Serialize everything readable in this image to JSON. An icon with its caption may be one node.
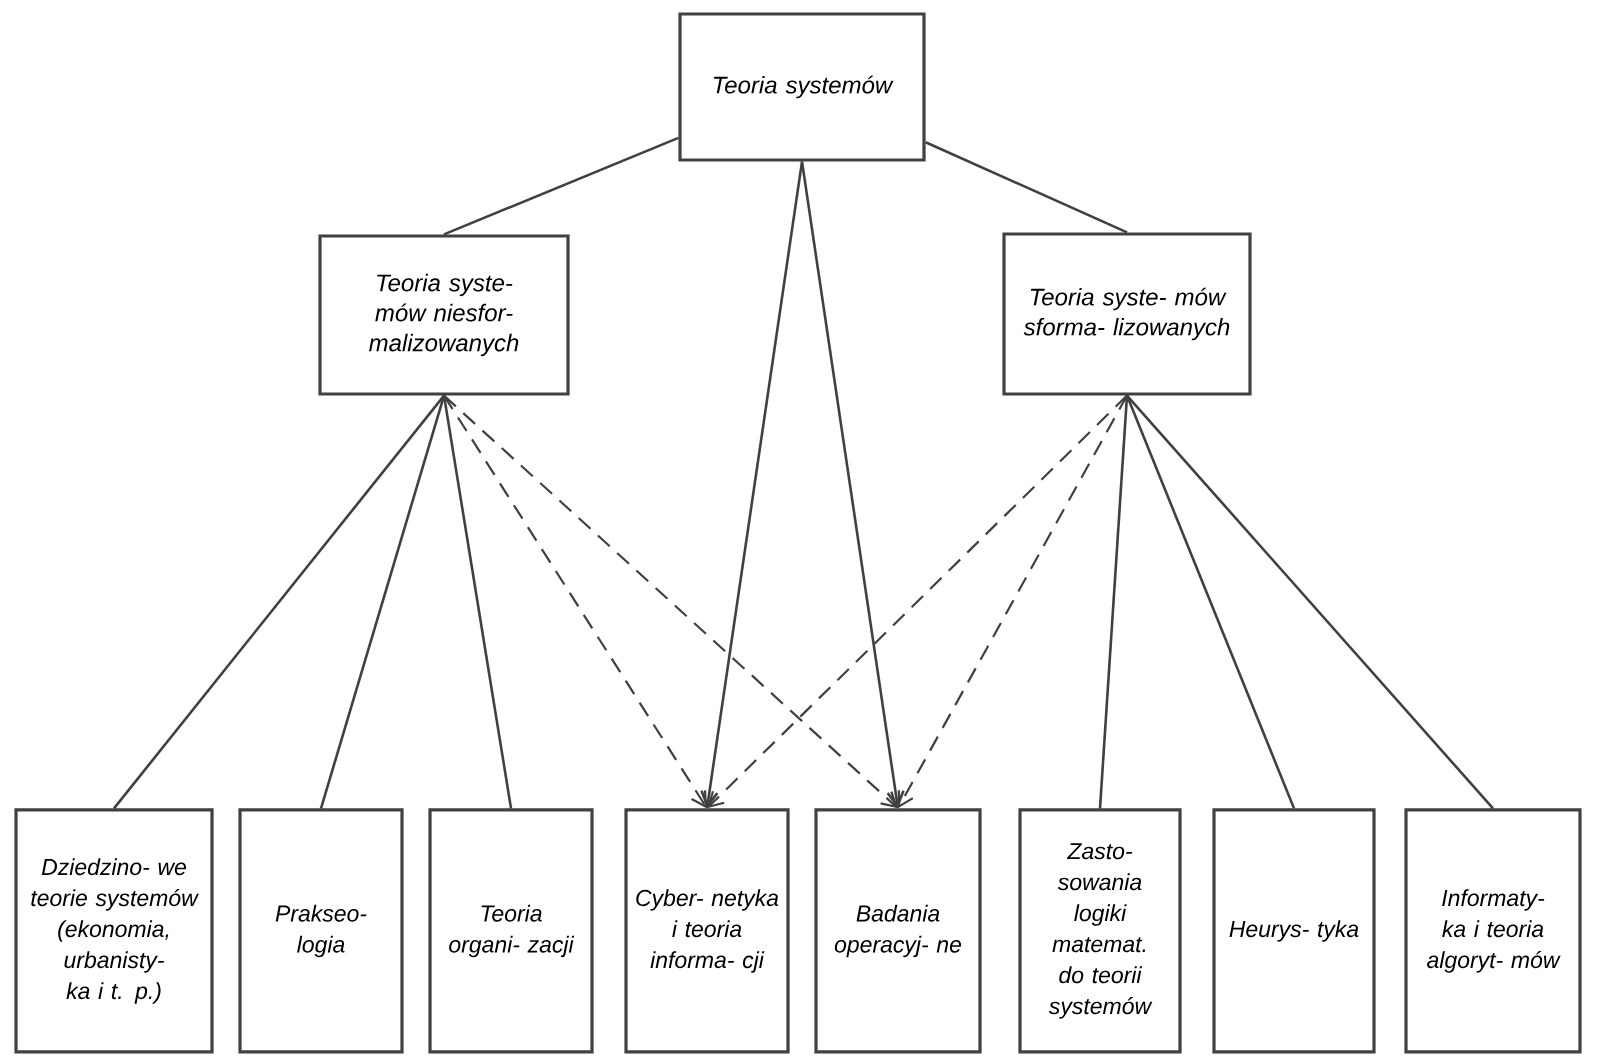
{
  "diagram": {
    "nodes": [
      {
        "text": [
          "Teoria systemów"
        ]
      },
      {
        "text": [
          "Teoria syste- mów niesfor- malizowanych"
        ]
      },
      {
        "text": [
          "Teoria syste- mów sforma- lizowanych"
        ]
      },
      {
        "text": [
          "Dziedzino- we teorie systemów (ekonomia, urbanisty- ka i t. p.)"
        ]
      },
      {
        "text": [
          "Prakseo- logia"
        ]
      },
      {
        "text": [
          "Teoria organi- zacji"
        ]
      },
      {
        "text": [
          "Cyber- netyka i teoria informa- cji"
        ]
      },
      {
        "text": [
          "Badania operacyj- ne"
        ]
      },
      {
        "text": [
          "Zasto- sowania logiki matemat. do teorii systemów"
        ]
      },
      {
        "text": [
          "Heurys- tyka"
        ]
      },
      {
        "text": [
          "Informaty- ka i teoria algoryt- mów"
        ]
      }
    ],
    "edges": [
      {
        "from": 0,
        "to": 1,
        "arrow": "none"
      },
      {
        "from": 0,
        "to": 2,
        "arrow": "none"
      },
      {
        "from": 0,
        "to": 6,
        "arrow": "to"
      },
      {
        "from": 0,
        "to": 7,
        "arrow": "to"
      },
      {
        "from": 1,
        "to": 3,
        "arrow": "none"
      },
      {
        "from": 1,
        "to": 4,
        "arrow": "none"
      },
      {
        "from": 1,
        "to": 5,
        "arrow": "none"
      },
      {
        "from": 1,
        "to": 6,
        "arrow": "to",
        "style": "dashed"
      },
      {
        "from": 1,
        "to": 7,
        "arrow": "to",
        "style": "dashed"
      },
      {
        "from": 2,
        "to": 6,
        "arrow": "to",
        "style": "dashed"
      },
      {
        "from": 2,
        "to": 7,
        "arrow": "to",
        "style": "dashed"
      },
      {
        "from": 2,
        "to": 8,
        "arrow": "none"
      },
      {
        "from": 2,
        "to": 9,
        "arrow": "none"
      },
      {
        "from": 2,
        "to": 10,
        "arrow": "none"
      }
    ]
  }
}
